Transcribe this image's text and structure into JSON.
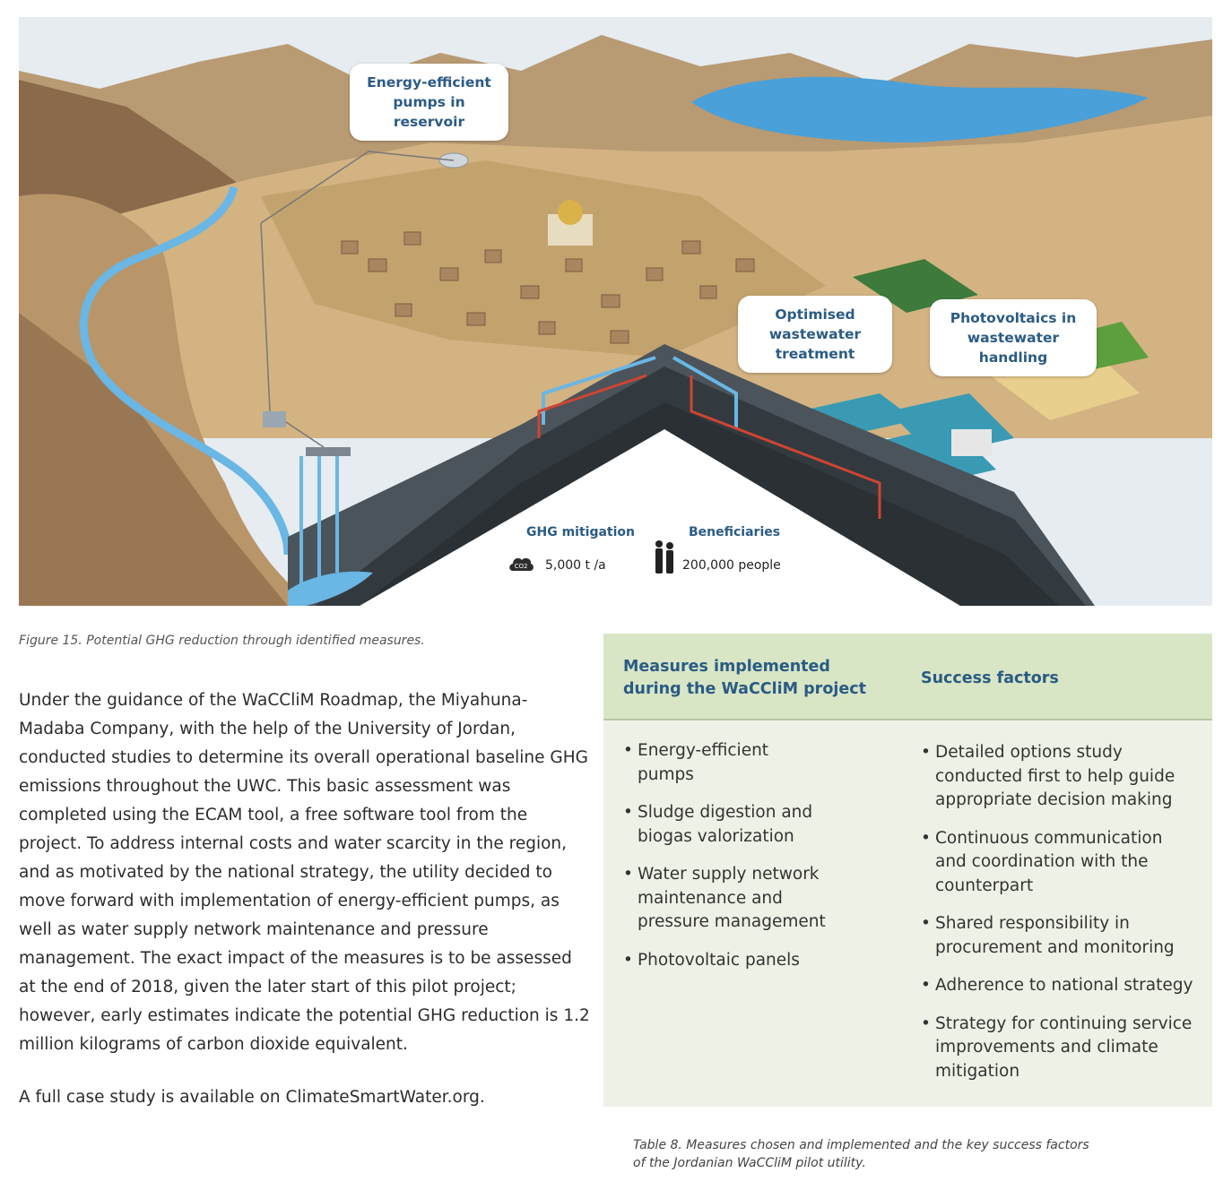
{
  "illustration": {
    "callouts": {
      "pumps": "Energy-efficient pumps in reservoir",
      "wastewater": "Optimised wastewater treatment",
      "photovoltaics": "Photovoltaics in wastewater handling"
    },
    "stats": {
      "ghg_title": "GHG mitigation",
      "ghg_value": "5,000 t /a",
      "beneficiaries_title": "Beneficiaries",
      "beneficiaries_value": "200,000 people"
    },
    "icons": [
      "co2-cloud-icon",
      "people-icon"
    ],
    "colors": {
      "sky": "#e6ecf0",
      "desert": "#c9a774",
      "water": "#5ab0e0",
      "label_blue": "#2b5b84"
    }
  },
  "figure_caption": "Figure 15. Potential GHG reduction through identified measures.",
  "body_paragraph": "Under the guidance of the WaCCliM Roadmap, the Miyahuna-Madaba Company, with the help of the University of Jordan, conducted studies to determine its overall operational baseline GHG emissions throughout the UWC. This basic assessment was completed using the ECAM tool, a free software tool from the project. To address internal costs and water scarcity in the region, and as motivated by the national strategy, the utility decided to move forward with implementation of energy-efficient pumps, as well as water supply network maintenance and pressure management. The exact impact of the measures is to be assessed at the end of 2018, given the later start of this pilot project; however, early estimates indicate the potential GHG reduction is 1.2 million kilograms of carbon dioxide equivalent.",
  "closing_line": "A full case study is available on ClimateSmartWater.org.",
  "table": {
    "header_measures": "Measures implemented during the WaCCliM project",
    "header_success": "Success factors",
    "measures": [
      "Energy-efficient pumps",
      "Sludge digestion and biogas valorization",
      "Water supply network maintenance and pressure management",
      "Photovoltaic panels"
    ],
    "success_factors": [
      "Detailed options study conducted first to help guide appropriate decision making",
      "Continuous communication and coordination with the counterpart",
      "Shared responsibility in procurement and monitoring",
      "Adherence to national strategy",
      "Strategy for continuing service improvements and climate mitigation"
    ],
    "colors": {
      "header_bg": "#d8e6c5",
      "body_bg": "#eef2e6",
      "header_text": "#2b5b84"
    }
  },
  "table_caption": "Table 8. Measures chosen and implemented and the key success factors of the Jordanian WaCCliM pilot utility."
}
